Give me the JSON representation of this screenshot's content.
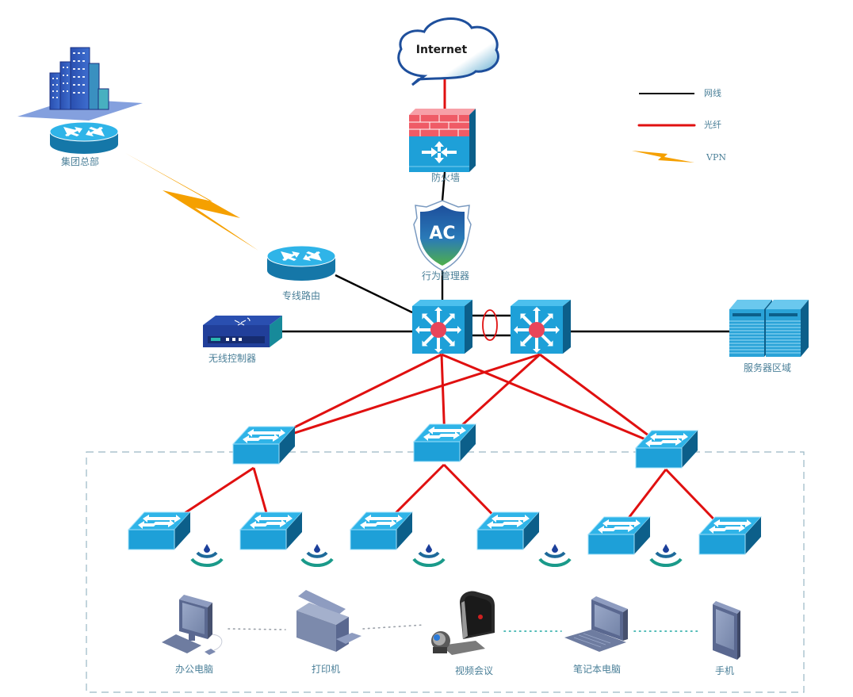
{
  "diagram": {
    "type": "network-topology",
    "legend": [
      {
        "id": "ethernet",
        "label": "网线",
        "style": "black-line",
        "color": "#000000"
      },
      {
        "id": "fiber",
        "label": "光纤",
        "style": "red-line",
        "color": "#e01010"
      },
      {
        "id": "vpn",
        "label": "VPN",
        "style": "lightning",
        "color": "#f5a000"
      }
    ],
    "nodes": [
      {
        "id": "internet",
        "kind": "cloud",
        "label": "Internet"
      },
      {
        "id": "firewall",
        "kind": "firewall",
        "label": "防火墙"
      },
      {
        "id": "ac",
        "kind": "behavior-manager",
        "label": "行为管理器",
        "badge": "AC"
      },
      {
        "id": "hq",
        "kind": "building-router",
        "label": "集团总部"
      },
      {
        "id": "leased-router",
        "kind": "router",
        "label": "专线路由"
      },
      {
        "id": "wlc",
        "kind": "wireless-controller",
        "label": "无线控制器"
      },
      {
        "id": "core1",
        "kind": "core-switch",
        "label": ""
      },
      {
        "id": "core2",
        "kind": "core-switch",
        "label": ""
      },
      {
        "id": "servers",
        "kind": "server-farm",
        "label": "服务器区域"
      },
      {
        "id": "agg1",
        "kind": "switch",
        "label": ""
      },
      {
        "id": "agg2",
        "kind": "switch",
        "label": ""
      },
      {
        "id": "agg3",
        "kind": "switch",
        "label": ""
      },
      {
        "id": "acc1",
        "kind": "switch",
        "label": ""
      },
      {
        "id": "acc2",
        "kind": "switch",
        "label": ""
      },
      {
        "id": "acc3",
        "kind": "switch",
        "label": ""
      },
      {
        "id": "acc4",
        "kind": "switch",
        "label": ""
      },
      {
        "id": "acc5",
        "kind": "switch",
        "label": ""
      },
      {
        "id": "acc6",
        "kind": "switch",
        "label": ""
      },
      {
        "id": "pc",
        "kind": "desktop",
        "label": "办公电脑"
      },
      {
        "id": "printer",
        "kind": "printer",
        "label": "打印机"
      },
      {
        "id": "video",
        "kind": "video-conference",
        "label": "视频会议"
      },
      {
        "id": "laptop",
        "kind": "laptop",
        "label": "笔记本电脑"
      },
      {
        "id": "phone",
        "kind": "phone",
        "label": "手机"
      }
    ],
    "links": [
      {
        "from": "internet",
        "to": "firewall",
        "type": "fiber"
      },
      {
        "from": "firewall",
        "to": "ac",
        "type": "ethernet"
      },
      {
        "from": "ac",
        "to": "core1",
        "type": "ethernet"
      },
      {
        "from": "hq",
        "to": "leased-router",
        "type": "vpn"
      },
      {
        "from": "leased-router",
        "to": "core1",
        "type": "ethernet"
      },
      {
        "from": "wlc",
        "to": "core1",
        "type": "ethernet"
      },
      {
        "from": "core1",
        "to": "core2",
        "type": "ethernet",
        "bundle": "stack-upper"
      },
      {
        "from": "core1",
        "to": "core2",
        "type": "ethernet",
        "bundle": "stack-lower"
      },
      {
        "from": "core2",
        "to": "servers",
        "type": "ethernet"
      },
      {
        "from": "core1",
        "to": "agg1",
        "type": "fiber"
      },
      {
        "from": "core1",
        "to": "agg2",
        "type": "fiber"
      },
      {
        "from": "core1",
        "to": "agg3",
        "type": "fiber"
      },
      {
        "from": "core2",
        "to": "agg1",
        "type": "fiber"
      },
      {
        "from": "core2",
        "to": "agg2",
        "type": "fiber"
      },
      {
        "from": "core2",
        "to": "agg3",
        "type": "fiber"
      },
      {
        "from": "agg1",
        "to": "acc1",
        "type": "fiber"
      },
      {
        "from": "agg1",
        "to": "acc2",
        "type": "fiber"
      },
      {
        "from": "agg2",
        "to": "acc3",
        "type": "fiber"
      },
      {
        "from": "agg2",
        "to": "acc4",
        "type": "fiber"
      },
      {
        "from": "agg3",
        "to": "acc5",
        "type": "fiber"
      },
      {
        "from": "agg3",
        "to": "acc6",
        "type": "fiber"
      },
      {
        "from": "pc",
        "to": "printer",
        "type": "wireless-dotted"
      },
      {
        "from": "printer",
        "to": "video",
        "type": "wireless-dotted"
      },
      {
        "from": "video",
        "to": "laptop",
        "type": "wireless-dotted"
      },
      {
        "from": "laptop",
        "to": "phone",
        "type": "wireless-dotted"
      }
    ],
    "access_points": 6,
    "groups": [
      {
        "id": "access-area",
        "style": "dashed-border",
        "members": [
          "acc1",
          "acc2",
          "acc3",
          "acc4",
          "acc5",
          "acc6",
          "pc",
          "printer",
          "video",
          "laptop",
          "phone"
        ]
      }
    ],
    "colors": {
      "device_blue": "#1ea0d8",
      "device_dark": "#0c5f8a",
      "device_top": "#2fb4e8",
      "label": "#4a7f98",
      "fiber": "#e01010",
      "ethernet": "#000000",
      "vpn": "#f5a000",
      "firewall_brick": "#ef5b66"
    }
  }
}
